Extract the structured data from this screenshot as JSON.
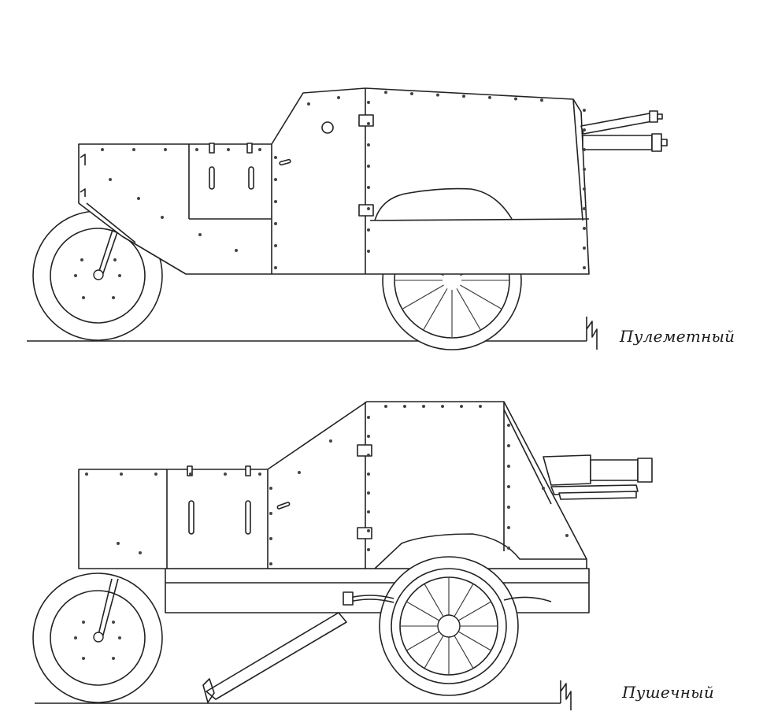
{
  "figures": [
    {
      "id": "machine-gun-variant",
      "caption": "Пулеметный"
    },
    {
      "id": "cannon-variant",
      "caption": "Пушечный"
    }
  ]
}
